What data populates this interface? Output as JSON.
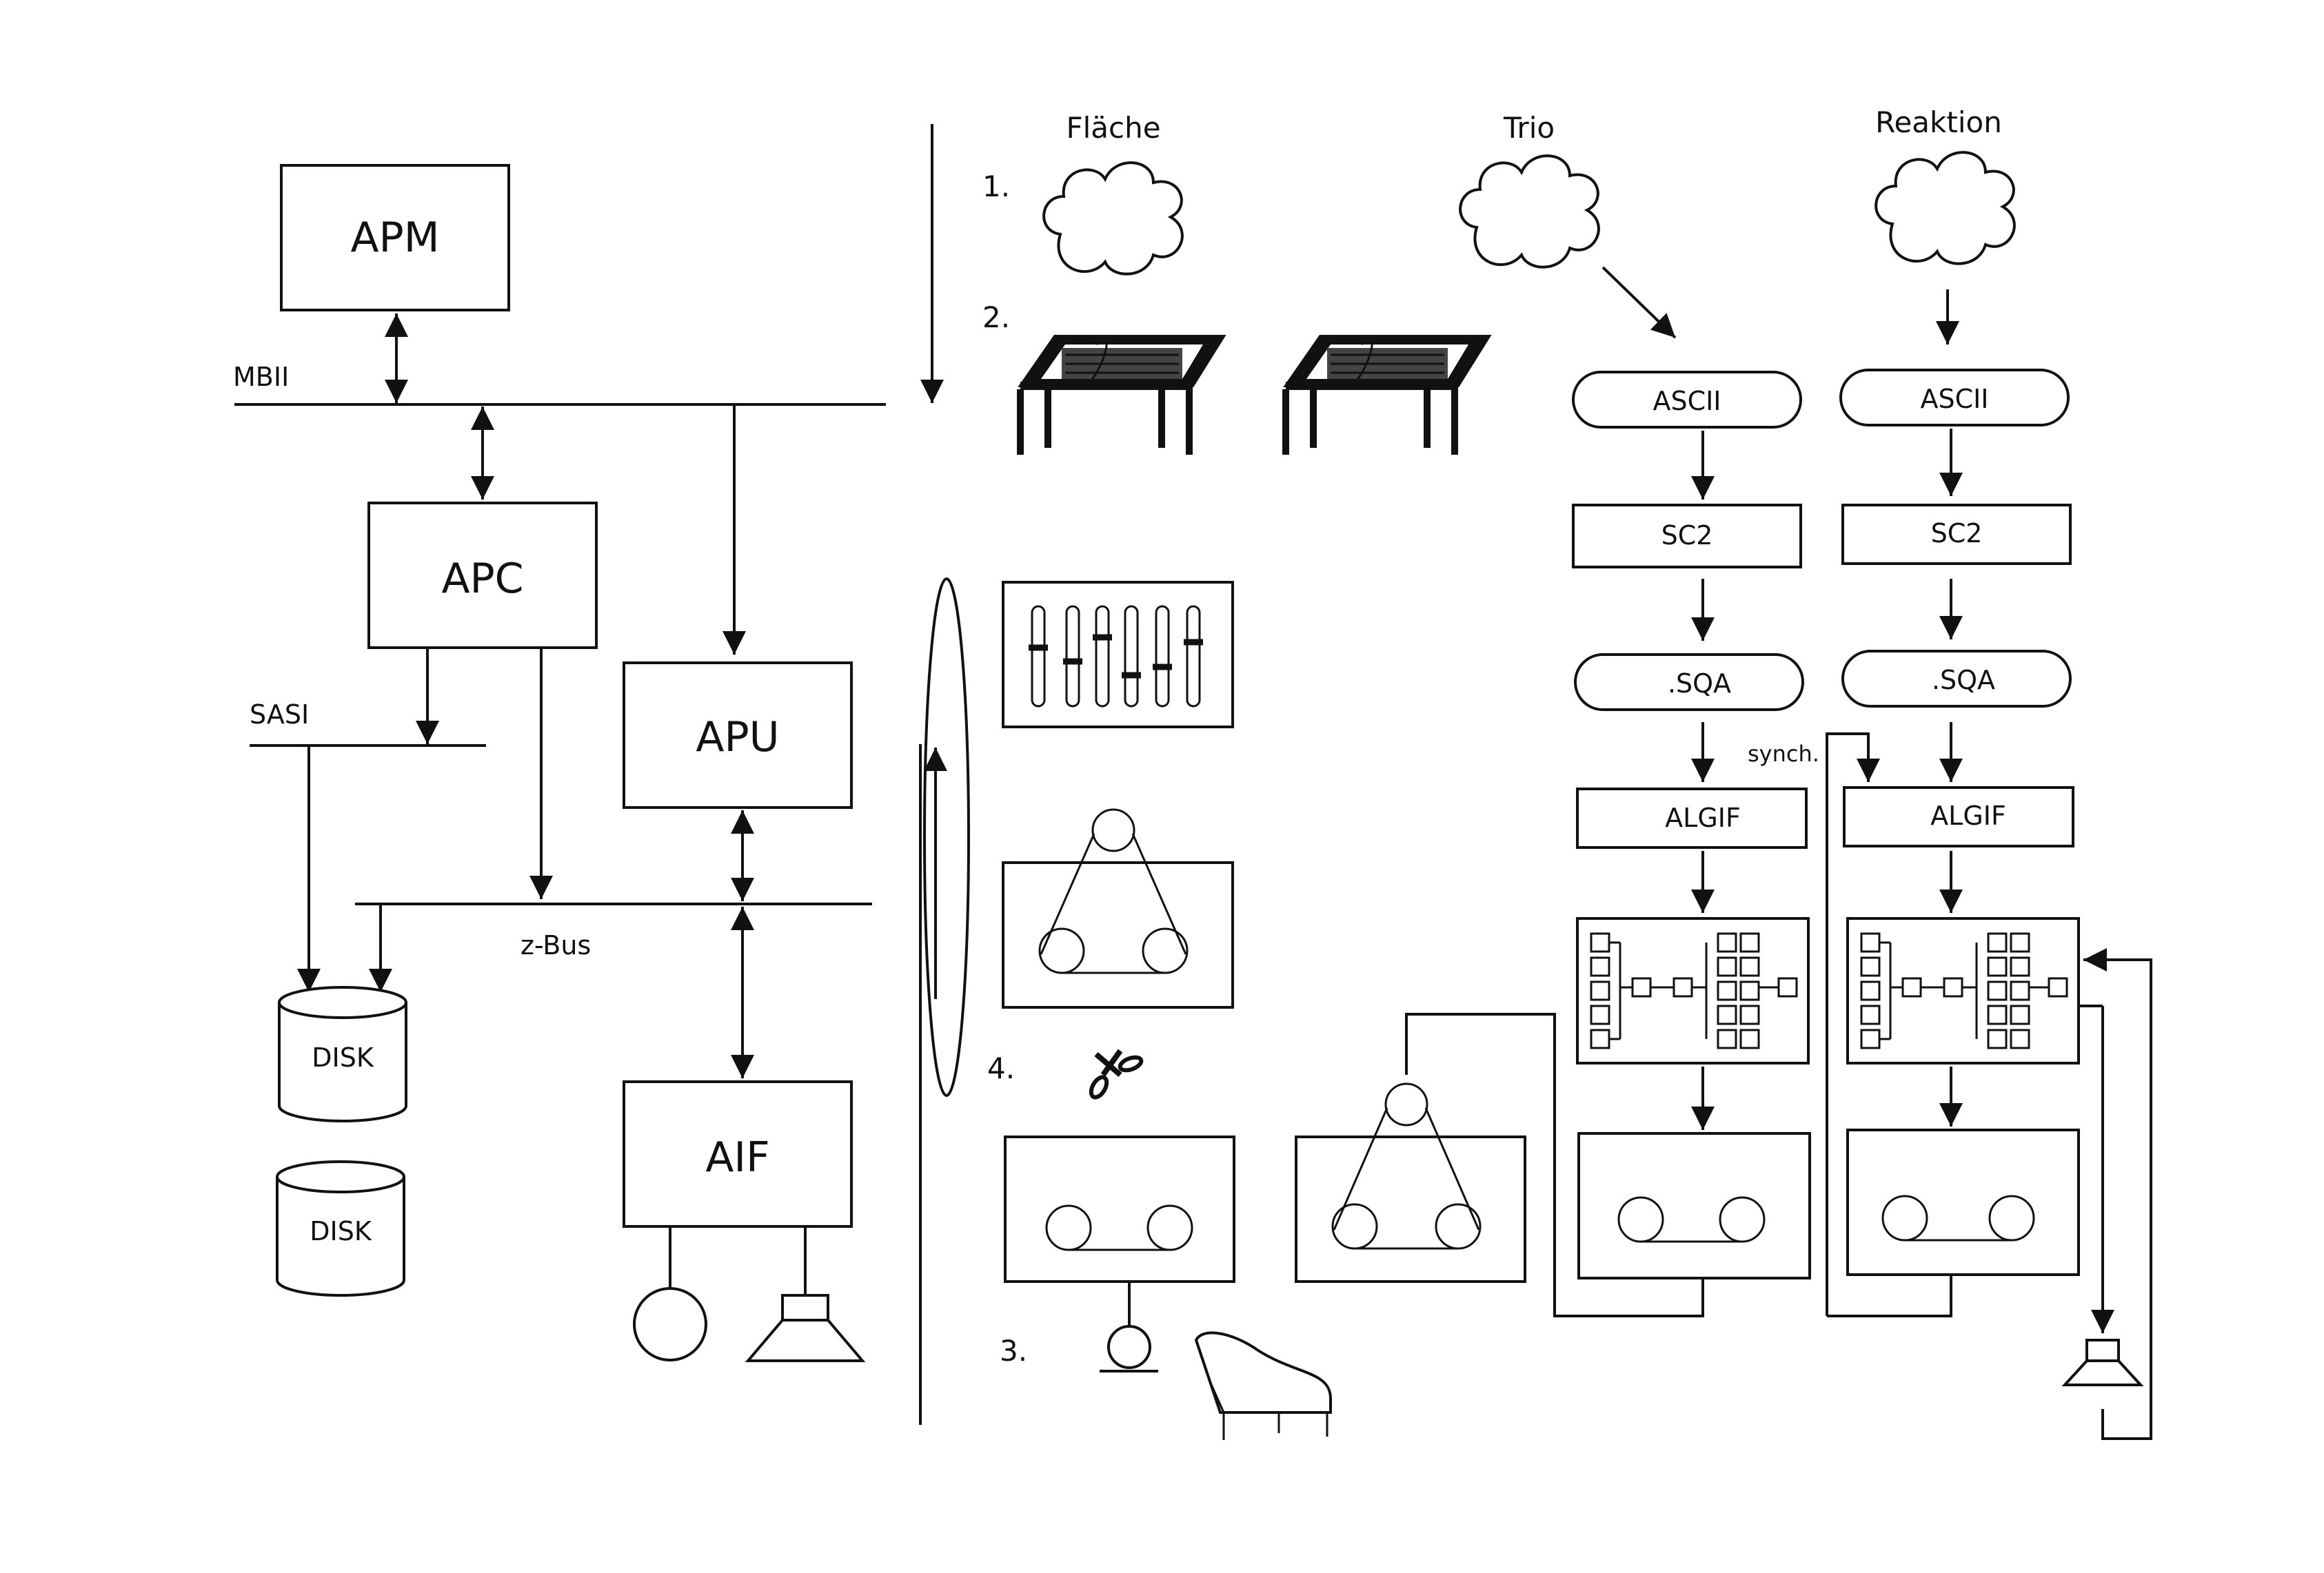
{
  "system": {
    "apm": "APM",
    "mbii": "MBII",
    "apc": "APC",
    "sasi": "SASI",
    "apu": "APU",
    "zbus": "z-Bus",
    "disk1": "DISK",
    "disk2": "DISK",
    "aif": "AIF"
  },
  "steps": {
    "s1": "1.",
    "s2": "2.",
    "s3": "3.",
    "s4": "4."
  },
  "columns": {
    "flaeche": "Fläche",
    "trio": "Trio",
    "reaktion": "Reaktion"
  },
  "trio_chain": {
    "ascii": "ASCII",
    "sc2": "SC2",
    "sqa": ".SQA",
    "algif": "ALGIF"
  },
  "reaktion_chain": {
    "ascii": "ASCII",
    "sc2": "SC2",
    "sqa": ".SQA",
    "algif": "ALGIF",
    "synch": "synch."
  }
}
